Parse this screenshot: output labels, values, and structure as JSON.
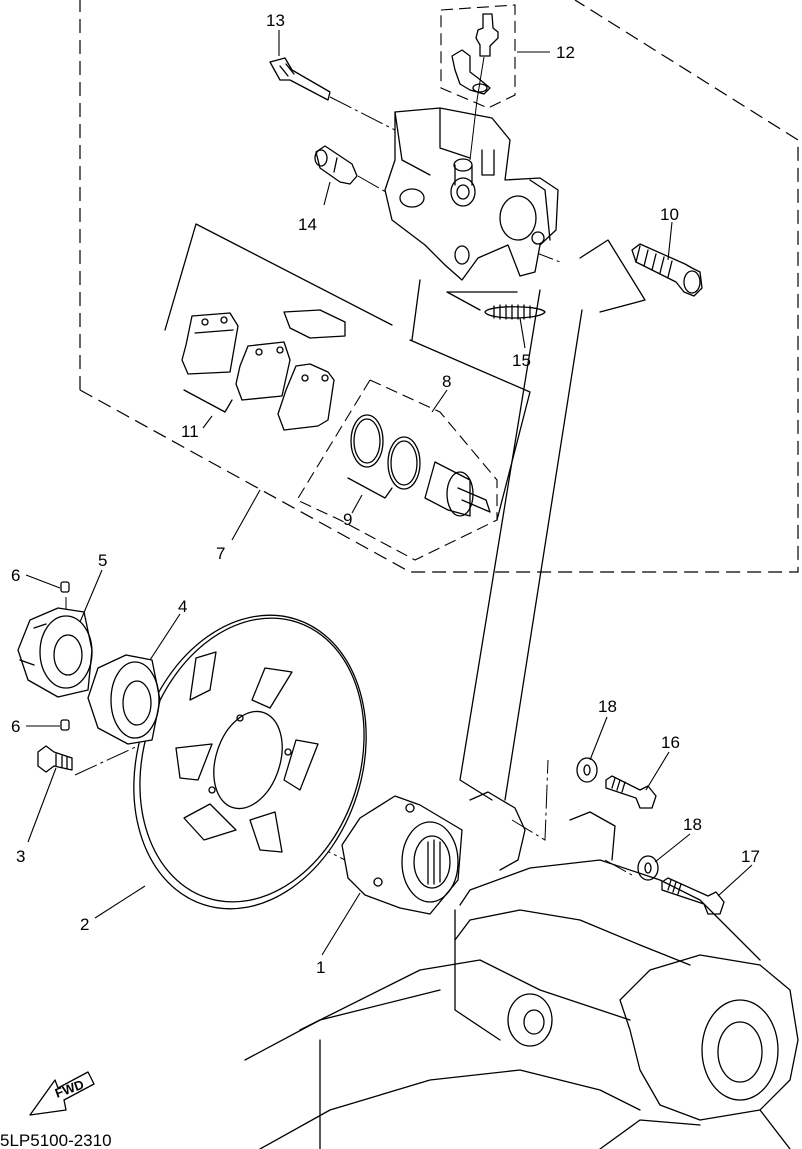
{
  "diagram": {
    "title": "Rear brake caliper, disc and hub — exploded parts view",
    "diagram_code": "5LP5100-2310",
    "direction_badge": "FWD",
    "callouts": [
      {
        "number": "1",
        "part": "hub / sprocket carrier"
      },
      {
        "number": "2",
        "part": "brake disc"
      },
      {
        "number": "3",
        "part": "disc bolt"
      },
      {
        "number": "4",
        "part": "axle nut"
      },
      {
        "number": "5",
        "part": "axle nut (slotted)"
      },
      {
        "number": "6",
        "part": "set screw (upper)"
      },
      {
        "number": "6",
        "part": "set screw (lower)"
      },
      {
        "number": "7",
        "part": "brake caliper assembly"
      },
      {
        "number": "8",
        "part": "piston kit"
      },
      {
        "number": "9",
        "part": "piston seals"
      },
      {
        "number": "10",
        "part": "caliper bolt"
      },
      {
        "number": "11",
        "part": "brake pad kit"
      },
      {
        "number": "12",
        "part": "bleed screw kit"
      },
      {
        "number": "13",
        "part": "pad pin"
      },
      {
        "number": "14",
        "part": "slide pin boot"
      },
      {
        "number": "15",
        "part": "pad spring"
      },
      {
        "number": "16",
        "part": "flange bolt"
      },
      {
        "number": "17",
        "part": "flange bolt"
      },
      {
        "number": "18",
        "part": "washer (upper)"
      },
      {
        "number": "18",
        "part": "washer (lower)"
      }
    ]
  }
}
